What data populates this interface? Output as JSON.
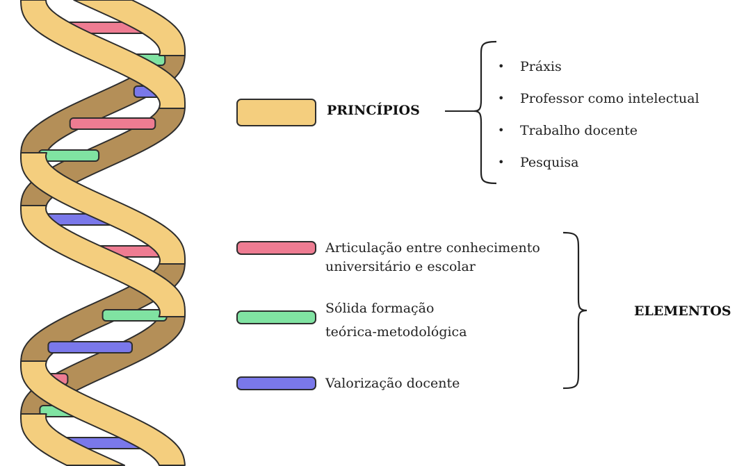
{
  "colors": {
    "backbone_fill": "#F4CE7E",
    "backbone_back": "#B48F58",
    "outline": "#2D2D2D",
    "rung_pink": "#EE7C92",
    "rung_green": "#80E3A2",
    "rung_blue": "#7A78EA"
  },
  "principles": {
    "label": "PRINCÍPIOS",
    "items": [
      "Práxis",
      "Professor como intelectual",
      "Trabalho docente",
      "Pesquisa"
    ]
  },
  "elements": {
    "label": "ELEMENTOS",
    "items": [
      {
        "line1": "Articulação entre conhecimento",
        "line2": "universitário e escolar",
        "color": "#EE7C92"
      },
      {
        "line1": "Sólida formação",
        "line2": "teórica-metodológica",
        "color": "#80E3A2"
      },
      {
        "line1": "Valorização docente",
        "line2": "",
        "color": "#7A78EA"
      }
    ]
  }
}
